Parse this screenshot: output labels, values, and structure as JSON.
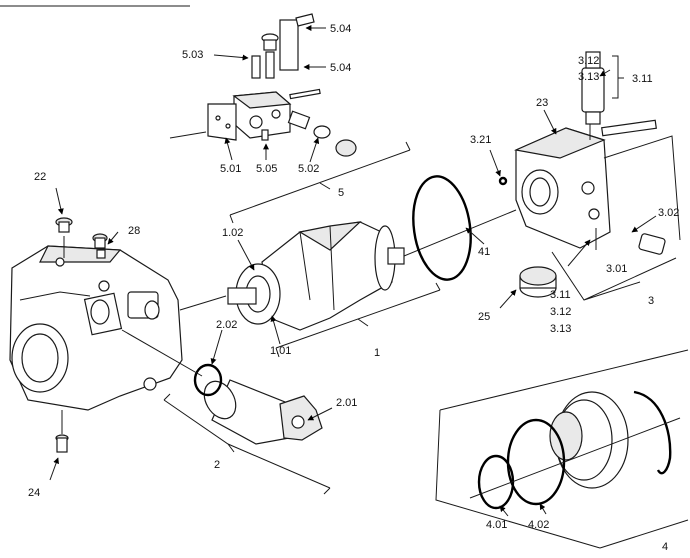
{
  "labels": {
    "l_5_04a": "5.04",
    "l_5_03": "5.03",
    "l_5_04b": "5.04",
    "l_5_01": "5.01",
    "l_5_05": "5.05",
    "l_5_02": "5.02",
    "l_5": "5",
    "l_3_12a": "3.12",
    "l_3_13a": "3.13",
    "l_3_11a": "3.11",
    "l_23": "23",
    "l_3_21": "3.21",
    "l_3_02": "3.02",
    "l_3_01": "3.01",
    "l_3": "3",
    "l_3_11b": "3.11",
    "l_3_12b": "3.12",
    "l_3_13b": "3.13",
    "l_25": "25",
    "l_41": "41",
    "l_22": "22",
    "l_28": "28",
    "l_1_02": "1.02",
    "l_1_01": "1.01",
    "l_1": "1",
    "l_2_02": "2.02",
    "l_2_01": "2.01",
    "l_2": "2",
    "l_24": "24",
    "l_4_01": "4.01",
    "l_4_02": "4.02",
    "l_4": "4"
  }
}
